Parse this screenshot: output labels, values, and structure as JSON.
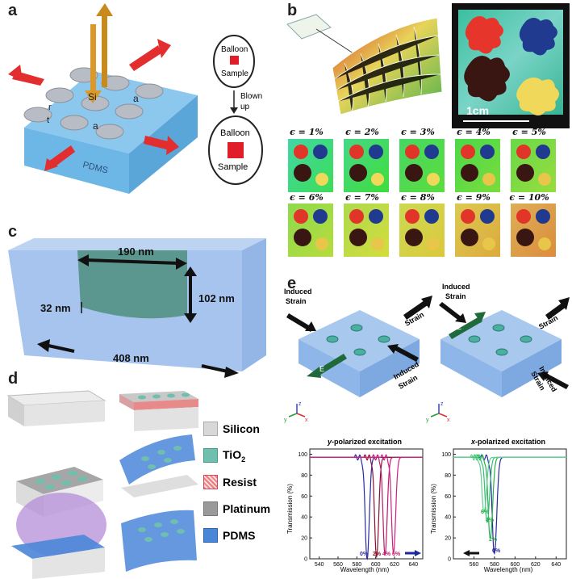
{
  "panels": {
    "a": {
      "letter": "a",
      "labels": {
        "si": "Si",
        "a1": "a",
        "a2": "a",
        "r": "r",
        "t": "t",
        "pdms": "PDMS"
      },
      "balloon": {
        "top_balloon": "Balloon",
        "top_sample": "Sample",
        "blown_1": "Blown",
        "blown_2": "up",
        "bottom_balloon": "Balloon",
        "bottom_sample": "Sample"
      }
    },
    "b": {
      "letter": "b",
      "scale_label": "1cm",
      "strain_labels": [
        "ϵ = 1%",
        "ϵ = 2%",
        "ϵ = 3%",
        "ϵ = 4%",
        "ϵ = 5%",
        "ϵ = 6%",
        "ϵ = 7%",
        "ϵ = 8%",
        "ϵ = 9%",
        "ϵ = 10%"
      ]
    },
    "c": {
      "letter": "c",
      "dims": {
        "top": "190 nm",
        "height": "102 nm",
        "depth": "32 nm",
        "width": "408 nm"
      }
    },
    "d": {
      "letter": "d",
      "legend": [
        {
          "label": "Silicon",
          "color": "#d8d8d8"
        },
        {
          "label": "TiO",
          "sub": "2",
          "color": "#6fbfae"
        },
        {
          "label": "Resist",
          "color": "#e77f7f"
        },
        {
          "label": "Platinum",
          "color": "#9a9a9a"
        },
        {
          "label": "PDMS",
          "color": "#4a86d8"
        }
      ]
    },
    "e": {
      "letter": "e",
      "strain_words": {
        "induced": "Induced",
        "strain": "Strain"
      },
      "field_label": "E",
      "axes_letters": {
        "x": "x",
        "y": "y",
        "z": "z"
      },
      "charts": [
        {
          "title_italic": "y",
          "title_rest": "-polarized excitation",
          "xlabel": "Wavelength (nm)",
          "ylabel": "Transmission (%)",
          "xticks": [
            "540",
            "560",
            "580",
            "600",
            "620",
            "640"
          ],
          "yticks": [
            "0",
            "20",
            "40",
            "60",
            "80",
            "100"
          ],
          "annotations": [
            "0%",
            "2%",
            "4%",
            "6%"
          ],
          "annotation_colors": [
            "#2a2aa0",
            "#8a1030",
            "#c0186a",
            "#c0186a"
          ]
        },
        {
          "title_italic": "x",
          "title_rest": "-polarized excitation",
          "xlabel": "Wavelength (nm)",
          "ylabel": "Transmission (%)",
          "xticks": [
            "560",
            "580",
            "600",
            "620",
            "640"
          ],
          "yticks": [
            "0",
            "20",
            "40",
            "60",
            "80",
            "100"
          ],
          "annotations": [
            "6%",
            "4%",
            "2%",
            "0%"
          ],
          "annotation_colors": [
            "#2aa84a",
            "#2aa84a",
            "#2aa84a",
            "#2a2aa0"
          ]
        }
      ]
    }
  },
  "chart_data": [
    {
      "type": "line",
      "title": "y-polarized excitation",
      "xlabel": "Wavelength (nm)",
      "ylabel": "Transmission (%)",
      "xlim": [
        530,
        650
      ],
      "ylim": [
        0,
        105
      ],
      "series": [
        {
          "name": "0%",
          "color": "#2a2aa0",
          "dip_center": 591,
          "dip_min": 0
        },
        {
          "name": "2%",
          "color": "#8a1030",
          "dip_center": 601,
          "dip_min": 2
        },
        {
          "name": "4%",
          "color": "#c0186a",
          "dip_center": 610,
          "dip_min": 4
        },
        {
          "name": "6%",
          "color": "#d02080",
          "dip_center": 619,
          "dip_min": 6
        }
      ]
    },
    {
      "type": "line",
      "title": "x-polarized excitation",
      "xlabel": "Wavelength (nm)",
      "ylabel": "Transmission (%)",
      "xlim": [
        540,
        650
      ],
      "ylim": [
        0,
        105
      ],
      "series": [
        {
          "name": "0%",
          "color": "#2a2aa0",
          "dip_center": 580,
          "dip_min": 5
        },
        {
          "name": "2%",
          "color": "#22b050",
          "dip_center": 576,
          "dip_min": 20
        },
        {
          "name": "4%",
          "color": "#38c070",
          "dip_center": 573,
          "dip_min": 35
        },
        {
          "name": "6%",
          "color": "#60d090",
          "dip_center": 570,
          "dip_min": 45
        }
      ]
    }
  ]
}
